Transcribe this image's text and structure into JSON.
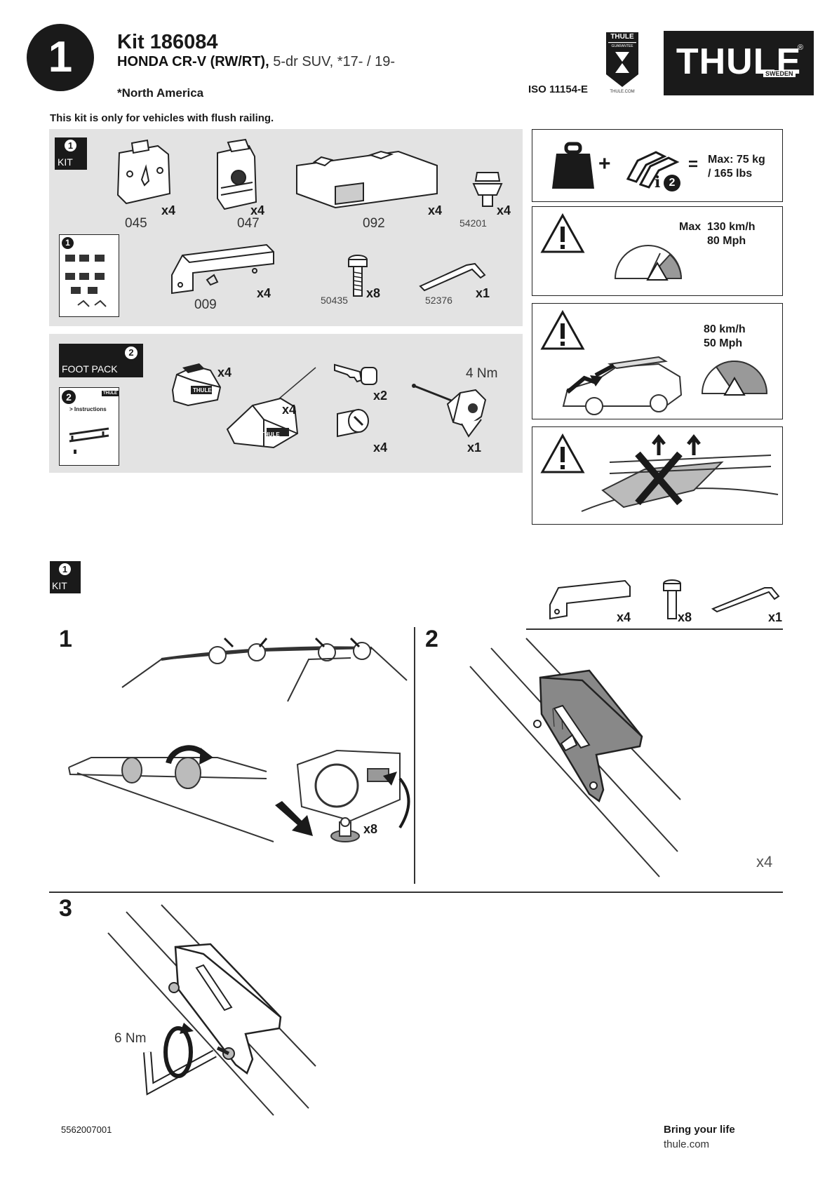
{
  "header": {
    "step_badge": "1",
    "kit_title": "Kit 186084",
    "vehicle_bold": "HONDA CR-V (RW/RT),",
    "vehicle_rest": " 5-dr SUV, *17- / 19-",
    "region": "*North America",
    "iso": "ISO 11154-E",
    "guarantee_brand": "THULE",
    "guarantee_text": "GUARANTEE",
    "guarantee_url": "THULE.COM",
    "logo_text": "THULE",
    "logo_reg": "®",
    "logo_sub": "SWEDEN"
  },
  "notice": "This kit is only for vehicles with flush railing.",
  "kit_panel": {
    "badge_num": "1",
    "badge_label": "KIT",
    "parts": [
      {
        "code": "045",
        "qty": "x4"
      },
      {
        "code": "047",
        "qty": "x4"
      },
      {
        "code": "092",
        "qty": "x4"
      },
      {
        "code": "54201",
        "qty": "x4"
      },
      {
        "code": "009",
        "qty": "x4"
      },
      {
        "code": "50435",
        "qty": "x8"
      },
      {
        "code": "52376",
        "qty": "x1"
      }
    ],
    "booklet_num": "1"
  },
  "foot_panel": {
    "badge_num": "2",
    "badge_label": "FOOT PACK",
    "booklet_num": "2",
    "booklet_text": "> Instructions",
    "booklet_brand": "THULE",
    "qty_foot_a": "x4",
    "qty_foot_b": "x4",
    "qty_key": "x2",
    "qty_lock": "x4",
    "qty_tool": "x1",
    "torque": "4 Nm",
    "foot_logo": "THULE"
  },
  "warnings": {
    "load": {
      "info_num": "2",
      "text1": "Max: 75 kg",
      "text2": "/ 165 lbs"
    },
    "speed_max": {
      "prefix": "Max",
      "kmh": "130 km/h",
      "mph": "80 Mph"
    },
    "speed_wind": {
      "kmh": "80 km/h",
      "mph": "50 Mph"
    }
  },
  "instructions": {
    "kit_badge_num": "1",
    "kit_badge_label": "KIT",
    "parts_row": {
      "qty_a": "x4",
      "qty_b": "x8",
      "qty_c": "x1"
    },
    "step1": {
      "num": "1",
      "qty": "x8"
    },
    "step2": {
      "num": "2",
      "qty": "x4"
    },
    "step3": {
      "num": "3",
      "torque": "6 Nm"
    }
  },
  "footer": {
    "doc_number": "5562007001",
    "slogan": "Bring your life",
    "url": "thule.com"
  }
}
